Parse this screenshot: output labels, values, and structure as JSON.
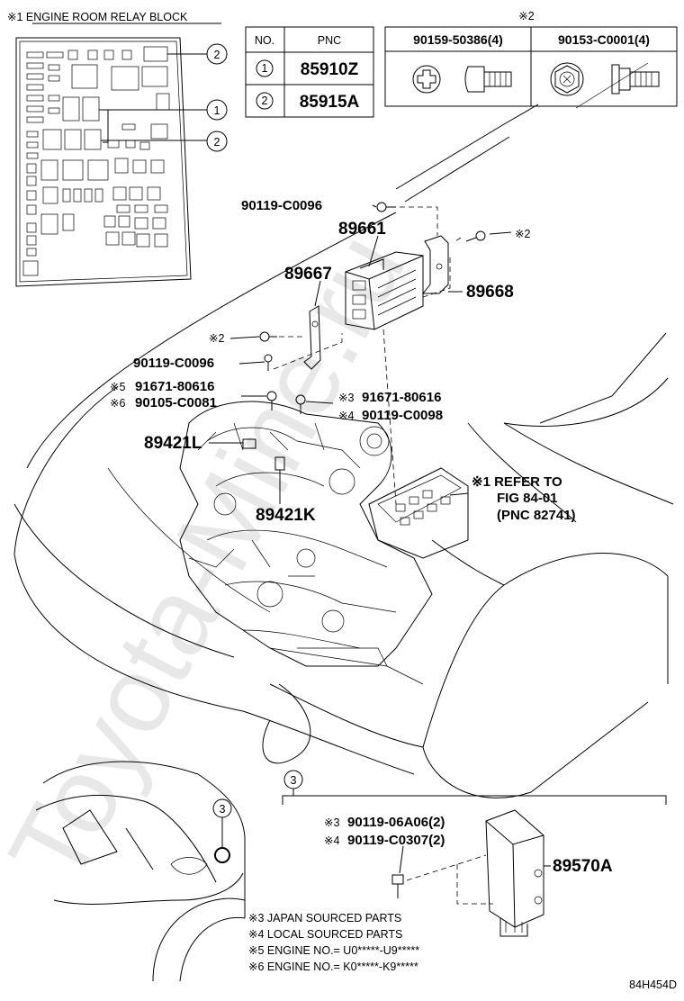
{
  "watermark": "Toyota-Mine.ru",
  "relay_block_title": "※1  ENGINE ROOM RELAY BLOCK",
  "callouts": {
    "c1": "1",
    "c2": "2",
    "c3": "3"
  },
  "pnc_table": {
    "headers": [
      "NO.",
      "PNC"
    ],
    "rows": [
      {
        "no": "1",
        "pnc": "85910Z"
      },
      {
        "no": "2",
        "pnc": "85915A"
      }
    ]
  },
  "bolt_table": {
    "title": "※2",
    "headers": [
      "90159-50386(4)",
      "90153-C0001(4)"
    ]
  },
  "parts": {
    "p90119_c0096_top": "90119-C0096",
    "p89661": "89661",
    "p89667": "89667",
    "p89668": "89668",
    "note2_right": "※2",
    "note2_left": "※2",
    "p90119_c0096_left": "90119-C0096",
    "n5": "※5",
    "p91671_80616_left": "91671-80616",
    "n6": "※6",
    "p90105_c0081": "90105-C0081",
    "n3a": "※3",
    "p91671_80616_right": "91671-80616",
    "n4a": "※4",
    "p90119_c0098": "90119-C0098",
    "p89421l": "89421L",
    "p89421k": "89421K",
    "refer1": "※1  REFER  TO",
    "refer2": "FIG 84-01",
    "refer3": "(PNC  82741)",
    "n3b": "※3",
    "p90119_06a06": "90119-06A06(2)",
    "n4b": "※4",
    "p90119_c0307": "90119-C0307(2)",
    "p89570a": "89570A"
  },
  "legend": [
    "※3  JAPAN SOURCED PARTS",
    "※4  LOCAL SOURCED PARTS",
    "※5  ENGINE NO.= U0*****-U9*****",
    "※6  ENGINE NO.= K0*****-K9*****"
  ],
  "figure_code": "84H454D"
}
